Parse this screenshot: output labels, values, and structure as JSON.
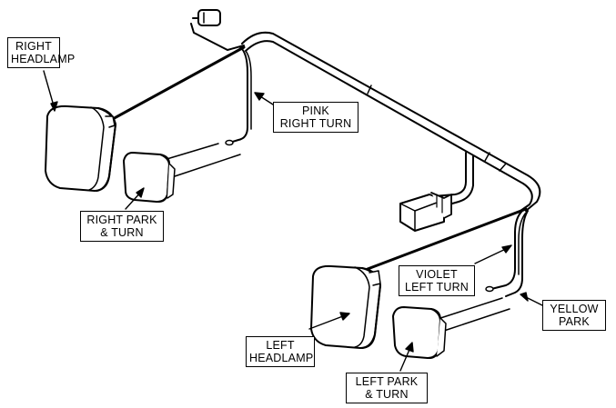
{
  "labels": {
    "right_headlamp": [
      "RIGHT",
      "HEADLAMP"
    ],
    "pink_right_turn": [
      "PINK",
      "RIGHT TURN"
    ],
    "right_park_turn": [
      "RIGHT PARK",
      "& TURN"
    ],
    "violet_left_turn": [
      "VIOLET",
      "LEFT TURN"
    ],
    "yellow_park": [
      "YELLOW",
      "PARK"
    ],
    "left_headlamp": [
      "LEFT",
      "HEADLAMP"
    ],
    "left_park_turn": [
      "LEFT PARK",
      "& TURN"
    ]
  }
}
